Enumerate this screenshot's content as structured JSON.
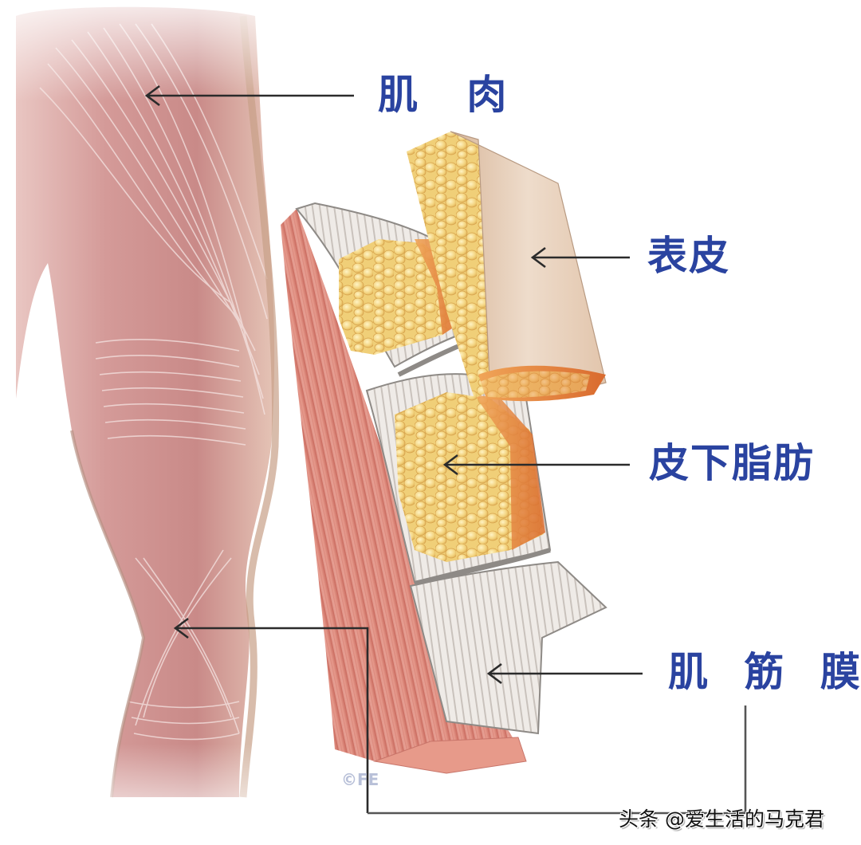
{
  "diagram": {
    "type": "anatomical-illustration",
    "subject": "Layers of the thigh: skin, subcutaneous fat, muscle fascia, muscle",
    "colors": {
      "label_text": "#2a43a0",
      "arrow_line": "#2b2b2b",
      "muscle": "#d98a80",
      "fat": "#f2d27a",
      "fascia": "#ece8e4",
      "skin": "#e6cdb6"
    }
  },
  "labels": [
    {
      "id": "muscle",
      "text": "肌 肉"
    },
    {
      "id": "skin",
      "text": "表皮"
    },
    {
      "id": "subcutaneous_fat",
      "text": "皮下脂肪"
    },
    {
      "id": "fascia",
      "text": "肌 筋 膜"
    }
  ],
  "watermark": {
    "text": "头条 @爱生活的马克君"
  },
  "copyright_mark": {
    "text": "©FE"
  }
}
